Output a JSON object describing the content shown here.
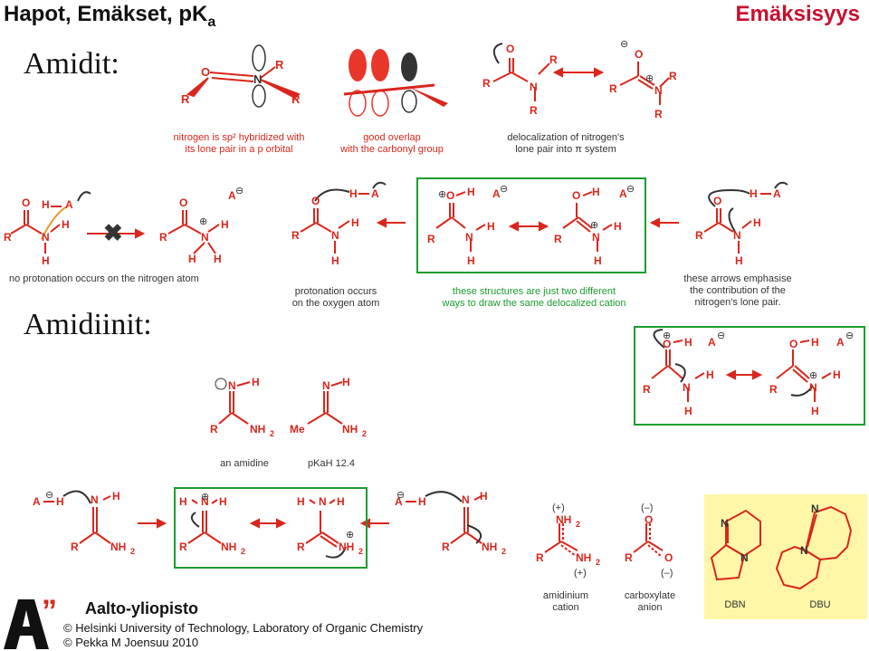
{
  "header": {
    "title_main": "Hapot, Emäkset, pK",
    "title_sub": "a",
    "topic": "Emäksisyys"
  },
  "sections": {
    "amides": "Amidit:",
    "amidines": "Amidiinit:"
  },
  "captions": {
    "sp2_line1": "nitrogen is sp² hybridized with",
    "sp2_line2": "its lone pair in a p orbital",
    "overlap_line1": "good overlap",
    "overlap_line2": "with the carbonyl group",
    "deloc_line1": "delocalization of nitrogen's",
    "deloc_line2": "lone pair into π system",
    "no_protonation": "no protonation occurs on the nitrogen atom",
    "oxygen_line1": "protonation occurs",
    "oxygen_line2": "on the oxygen atom",
    "green_line1": "these structures are just two different",
    "green_line2": "ways to draw the same delocalized cation",
    "arrows_line1": "these arrows emphasise",
    "arrows_line2": "the contribution of the",
    "arrows_line3": "nitrogen's lone pair.",
    "amidine": "an amidine",
    "pkah": "pKaH 12.4",
    "amidinium_line1": "amidinium",
    "amidinium_line2": "cation",
    "carboxylate_line1": "carboxylate",
    "carboxylate_line2": "anion"
  },
  "bases": {
    "dbn": "DBN",
    "dbu": "DBU"
  },
  "footer": {
    "university": "Aalto-yliopisto",
    "credit1": "© Helsinki University of Technology, Laboratory of Organic Chemistry",
    "credit2": "© Pekka M Joensuu 2010"
  },
  "colors": {
    "structure_red": "#d9261c",
    "box_green": "#1a9d2e",
    "highlight_yellow": "#fff6a8",
    "title_red": "#c8102e"
  }
}
